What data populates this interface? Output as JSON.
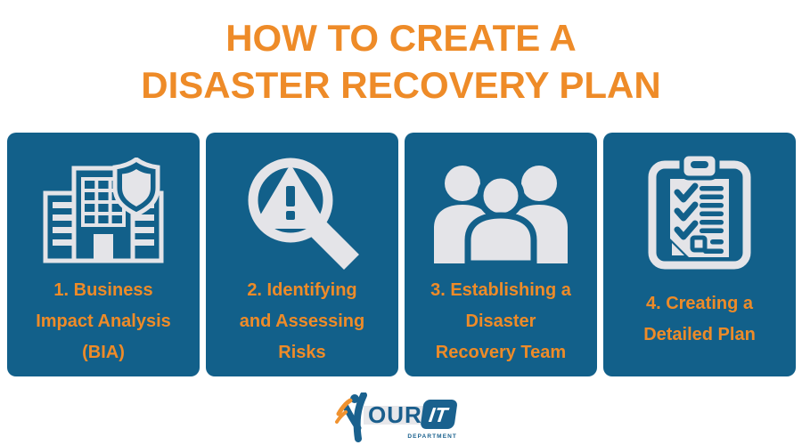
{
  "title": {
    "line1": "HOW TO CREATE A",
    "line2": "DISASTER RECOVERY PLAN"
  },
  "cards": [
    {
      "icon": "building-shield-icon",
      "label": "1. Business Impact Analysis (BIA)",
      "lines": [
        "1. Business",
        "Impact Analysis",
        "(BIA)"
      ]
    },
    {
      "icon": "risk-magnifier-icon",
      "label": "2. Identifying and Assessing Risks",
      "lines": [
        "2. Identifying",
        "and Assessing",
        "Risks"
      ]
    },
    {
      "icon": "team-icon",
      "label": "3. Establishing a Disaster Recovery Team",
      "lines": [
        "3. Establishing a",
        "Disaster",
        "Recovery Team"
      ]
    },
    {
      "icon": "checklist-clipboard-icon",
      "label": "4. Creating a Detailed Plan",
      "lines": [
        "4. Creating a",
        "Detailed Plan"
      ]
    }
  ],
  "logo": {
    "name": "Your IT Department",
    "text_our": "OUR",
    "text_it": "IT",
    "text_department": "DEPARTMENT"
  },
  "colors": {
    "card_blue": "#12608A",
    "accent_orange": "#EE8B28",
    "icon_gray": "#E4E4E8",
    "logo_blue": "#1A618E",
    "logo_orange": "#F0922F"
  }
}
